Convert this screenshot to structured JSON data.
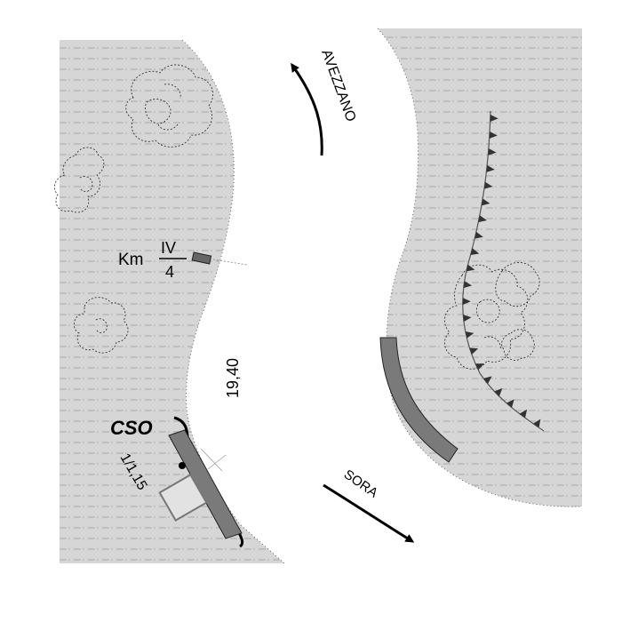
{
  "labels": {
    "direction_north": "AVEZZANO",
    "direction_south": "SORA",
    "km_prefix": "Km",
    "km_top": "IV",
    "km_bottom": "4",
    "road_width": "19,40",
    "cso": "CSO",
    "slope": "1/1,15"
  },
  "colors": {
    "ground": "#d6d6d6",
    "road": "#ffffff",
    "barrier": "#7a7a7a",
    "ink": "#000000"
  },
  "icons": [
    "tree-cluster-icon",
    "embankment-slope-icon",
    "direction-arrow-icon",
    "km-marker-icon"
  ]
}
